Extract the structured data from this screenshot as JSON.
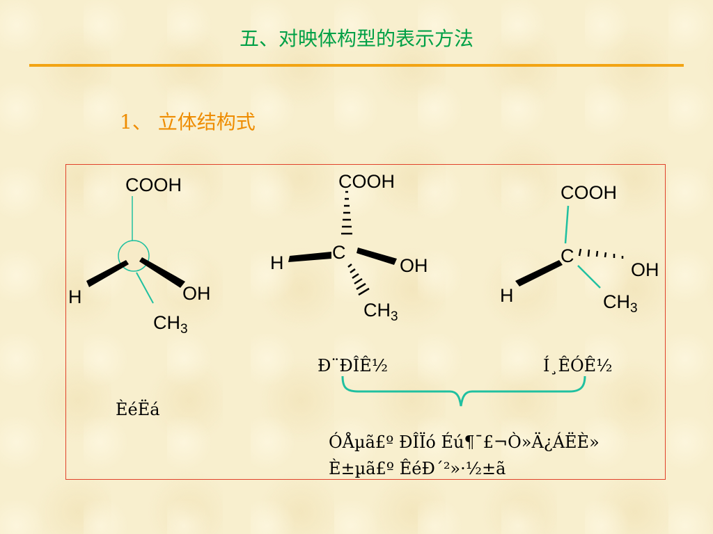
{
  "slide": {
    "title": "五、对映体构型的表示方法",
    "subtitle": "1、 立体结构式"
  },
  "molecule_left": {
    "top": "COOH",
    "left": "H",
    "right": "OH",
    "bottom": "CH",
    "bottom_sub": "3"
  },
  "molecule_middle": {
    "top": "COOH",
    "center": "C",
    "left": "H",
    "right": "OH",
    "bottom": "CH",
    "bottom_sub": "3"
  },
  "molecule_right": {
    "top": "COOH",
    "center": "C",
    "left": "H",
    "right": "OH",
    "bottom": "CH",
    "bottom_sub": "3"
  },
  "captions": {
    "left": "ÈéËá",
    "middle": "Ð¨ÐÎÊ½",
    "right": "Í¸ÊÓÊ½",
    "note_line1": "ÓÅµã£º ÐÎÏó Éú¶¯£¬Ò»Ä¿ÁËÈ»",
    "note_line2": "È±µã£º ÊéÐ´²»·½±ã"
  },
  "colors": {
    "title": "#00a046",
    "subtitle": "#ee8c00",
    "rule": "#f2a414",
    "frame": "#e0412a",
    "bond": "#20c0a0",
    "circle_fill": "#f7ebc8"
  }
}
